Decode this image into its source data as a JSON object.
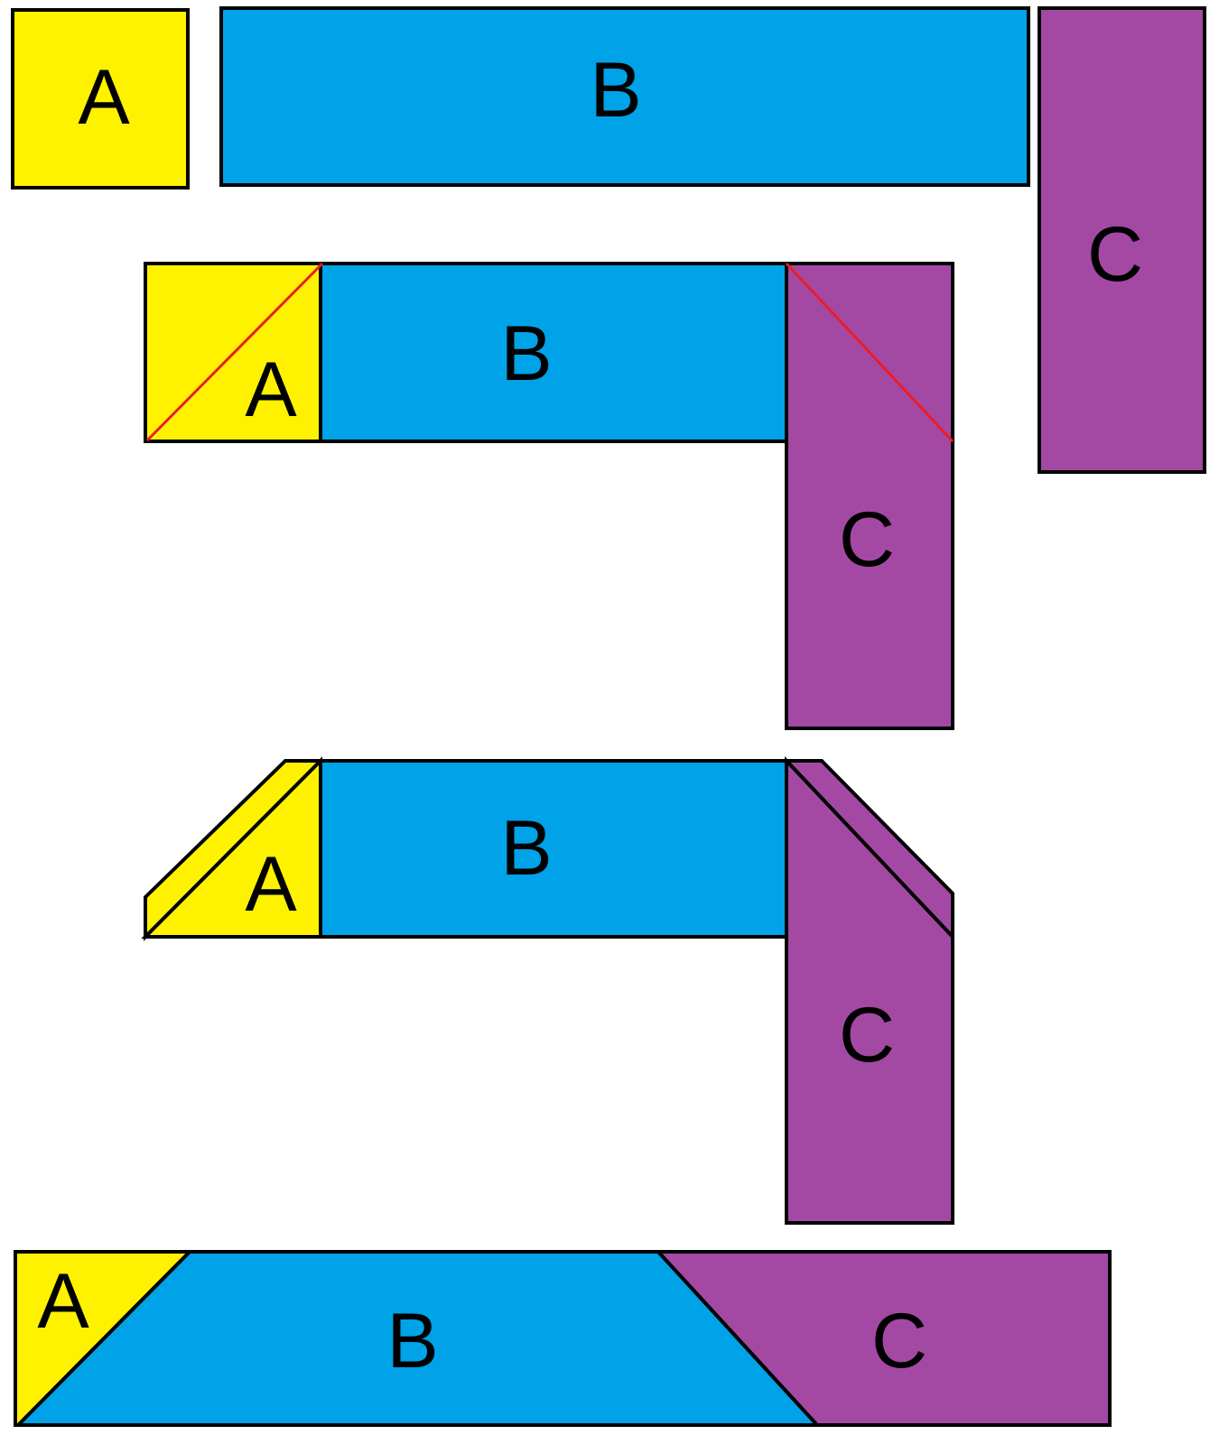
{
  "colors": {
    "piece_a": "#FFF200",
    "piece_b": "#00A2E8",
    "piece_c": "#A349A4",
    "cut_line": "#ED1C24",
    "outline": "#000000"
  },
  "pieces": {
    "a": "A",
    "b": "B",
    "c": "C"
  },
  "steps": [
    {
      "labels": {
        "a": "A",
        "b": "B",
        "c": "C"
      }
    },
    {
      "labels": {
        "a": "A",
        "b": "B",
        "c": "C"
      }
    },
    {
      "labels": {
        "a": "A",
        "b": "B",
        "c": "C"
      }
    },
    {
      "labels": {
        "a": "A",
        "b": "B",
        "c": "C"
      }
    }
  ]
}
